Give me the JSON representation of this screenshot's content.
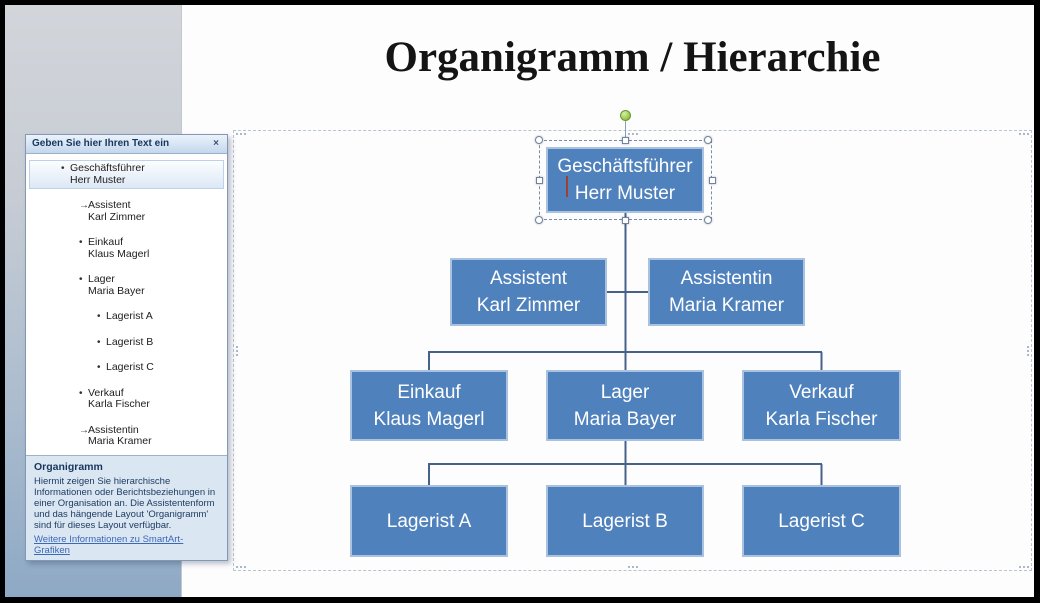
{
  "slide": {
    "title": "Organigramm / Hierarchie"
  },
  "org_chart": {
    "root": {
      "title": "Geschäftsführer",
      "name": "Herr Muster"
    },
    "assistant_left": {
      "title": "Assistent",
      "name": "Karl Zimmer"
    },
    "assistant_right": {
      "title": "Assistentin",
      "name": "Maria Kramer"
    },
    "dept_einkauf": {
      "title": "Einkauf",
      "name": "Klaus Magerl"
    },
    "dept_lager": {
      "title": "Lager",
      "name": "Maria Bayer"
    },
    "dept_verkauf": {
      "title": "Verkauf",
      "name": "Karla Fischer"
    },
    "worker_a": {
      "title": "Lagerist A"
    },
    "worker_b": {
      "title": "Lagerist B"
    },
    "worker_c": {
      "title": "Lagerist C"
    }
  },
  "text_pane": {
    "header_title": "Geben Sie hier Ihren Text ein",
    "close_glyph": "×",
    "items": [
      {
        "bullet": "•",
        "line1": "Geschäftsführer",
        "line2": "Herr Muster"
      },
      {
        "bullet": "→",
        "line1": "Assistent",
        "line2": "Karl Zimmer"
      },
      {
        "bullet": "•",
        "line1": "Einkauf",
        "line2": "Klaus Magerl"
      },
      {
        "bullet": "•",
        "line1": "Lager",
        "line2": "Maria Bayer"
      },
      {
        "bullet": "•",
        "line1": "Lagerist A"
      },
      {
        "bullet": "•",
        "line1": "Lagerist B"
      },
      {
        "bullet": "•",
        "line1": "Lagerist C"
      },
      {
        "bullet": "•",
        "line1": "Verkauf",
        "line2": "Karla Fischer"
      },
      {
        "bullet": "→",
        "line1": "Assistentin",
        "line2": "Maria Kramer"
      }
    ],
    "help": {
      "title": "Organigramm",
      "body": "Hiermit zeigen Sie hierarchische Informationen oder Berichtsbeziehungen in einer Organisation an. Die Assistentenform und das hängende Layout 'Organigramm' sind für dieses Layout verfügbar.",
      "link": "Weitere Informationen zu SmartArt-Grafiken"
    }
  },
  "colors": {
    "node_fill": "#4f81bd",
    "node_border": "#a9c2e0",
    "connector": "#46618a",
    "rotation_handle_green": "#9ccd52"
  }
}
